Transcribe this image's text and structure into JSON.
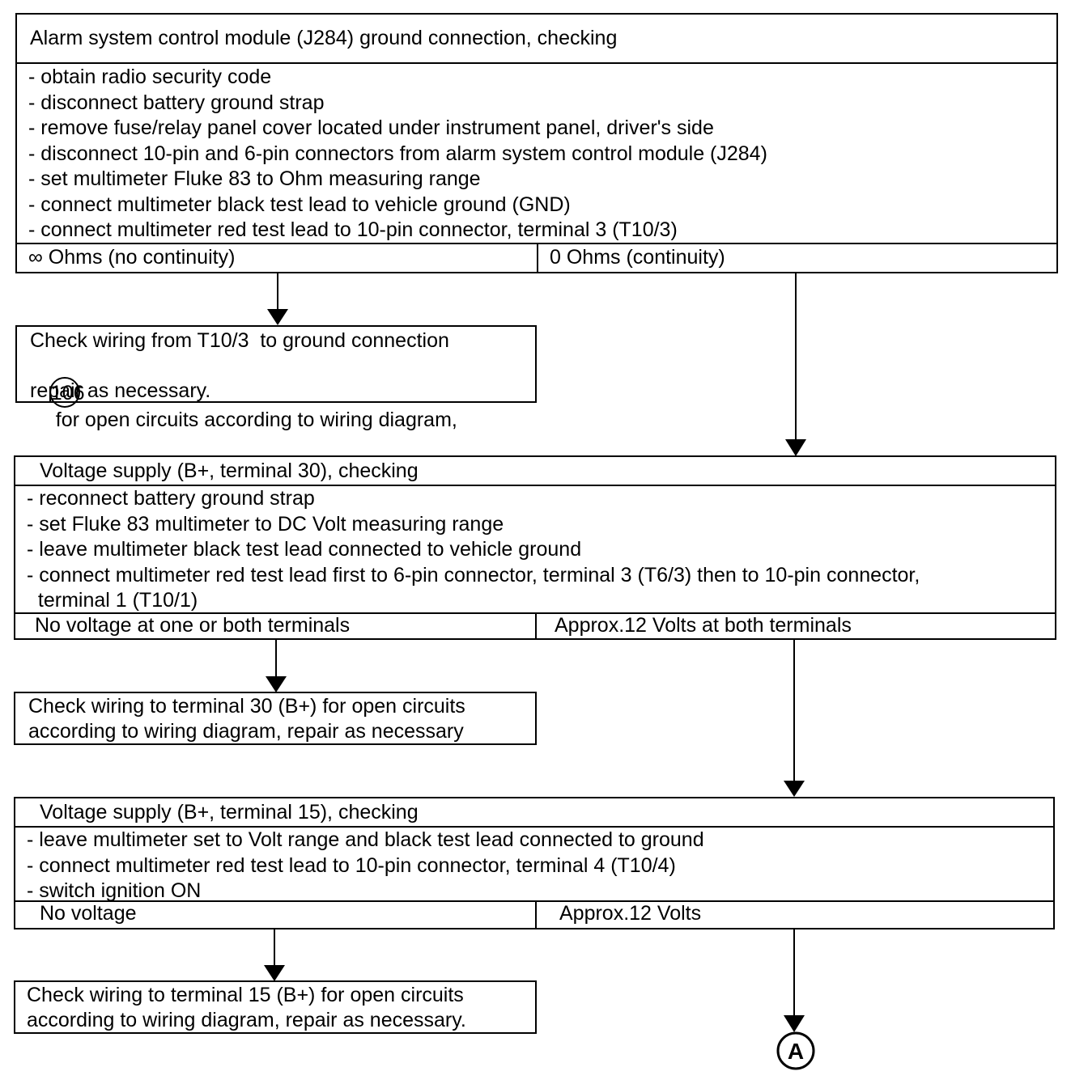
{
  "block1": {
    "title": "Alarm system control module (J284) ground connection, checking",
    "steps": [
      "- obtain radio security code",
      "- disconnect battery ground strap",
      "- remove fuse/relay panel cover located under instrument panel, driver's side",
      "- disconnect 10-pin and 6-pin connectors from alarm system control module (J284)",
      "- set multimeter Fluke 83 to Ohm measuring range",
      "- connect multimeter black test lead to vehicle ground (GND)",
      "- connect multimeter red test lead to 10-pin connector, terminal 3 (T10/3)"
    ],
    "result_left": "∞ Ohms (no continuity)",
    "result_right": "0 Ohms (continuity)"
  },
  "action1": {
    "line1": "Check wiring from T10/3  to ground connection",
    "circled": "106",
    "line2_rest": "for open circuits according to wiring diagram,",
    "line3": "repair as necessary."
  },
  "block2": {
    "title": "Voltage supply (B+, terminal 30), checking",
    "steps": [
      "- reconnect battery ground strap",
      "- set Fluke 83 multimeter to DC Volt measuring range",
      "- leave multimeter black test lead connected to vehicle ground",
      "- connect multimeter red test lead first to 6-pin connector, terminal 3 (T6/3) then to 10-pin connector,",
      "  terminal 1 (T10/1)"
    ],
    "result_left": "No voltage at one or both terminals",
    "result_right": "Approx.12 Volts at both terminals"
  },
  "action2": {
    "line1": "Check wiring to terminal 30 (B+) for open circuits",
    "line2": "according to wiring diagram, repair as necessary"
  },
  "block3": {
    "title": "Voltage supply (B+, terminal 15), checking",
    "steps": [
      "- leave multimeter set to Volt range and black test lead connected to ground",
      "- connect multimeter red test lead to 10-pin connector, terminal 4 (T10/4)",
      "- switch ignition ON"
    ],
    "result_left": "No voltage",
    "result_right": "Approx.12 Volts"
  },
  "action3": {
    "line1": "Check wiring to terminal 15 (B+) for open circuits",
    "line2": "according to wiring diagram, repair as necessary."
  },
  "connector": "A"
}
